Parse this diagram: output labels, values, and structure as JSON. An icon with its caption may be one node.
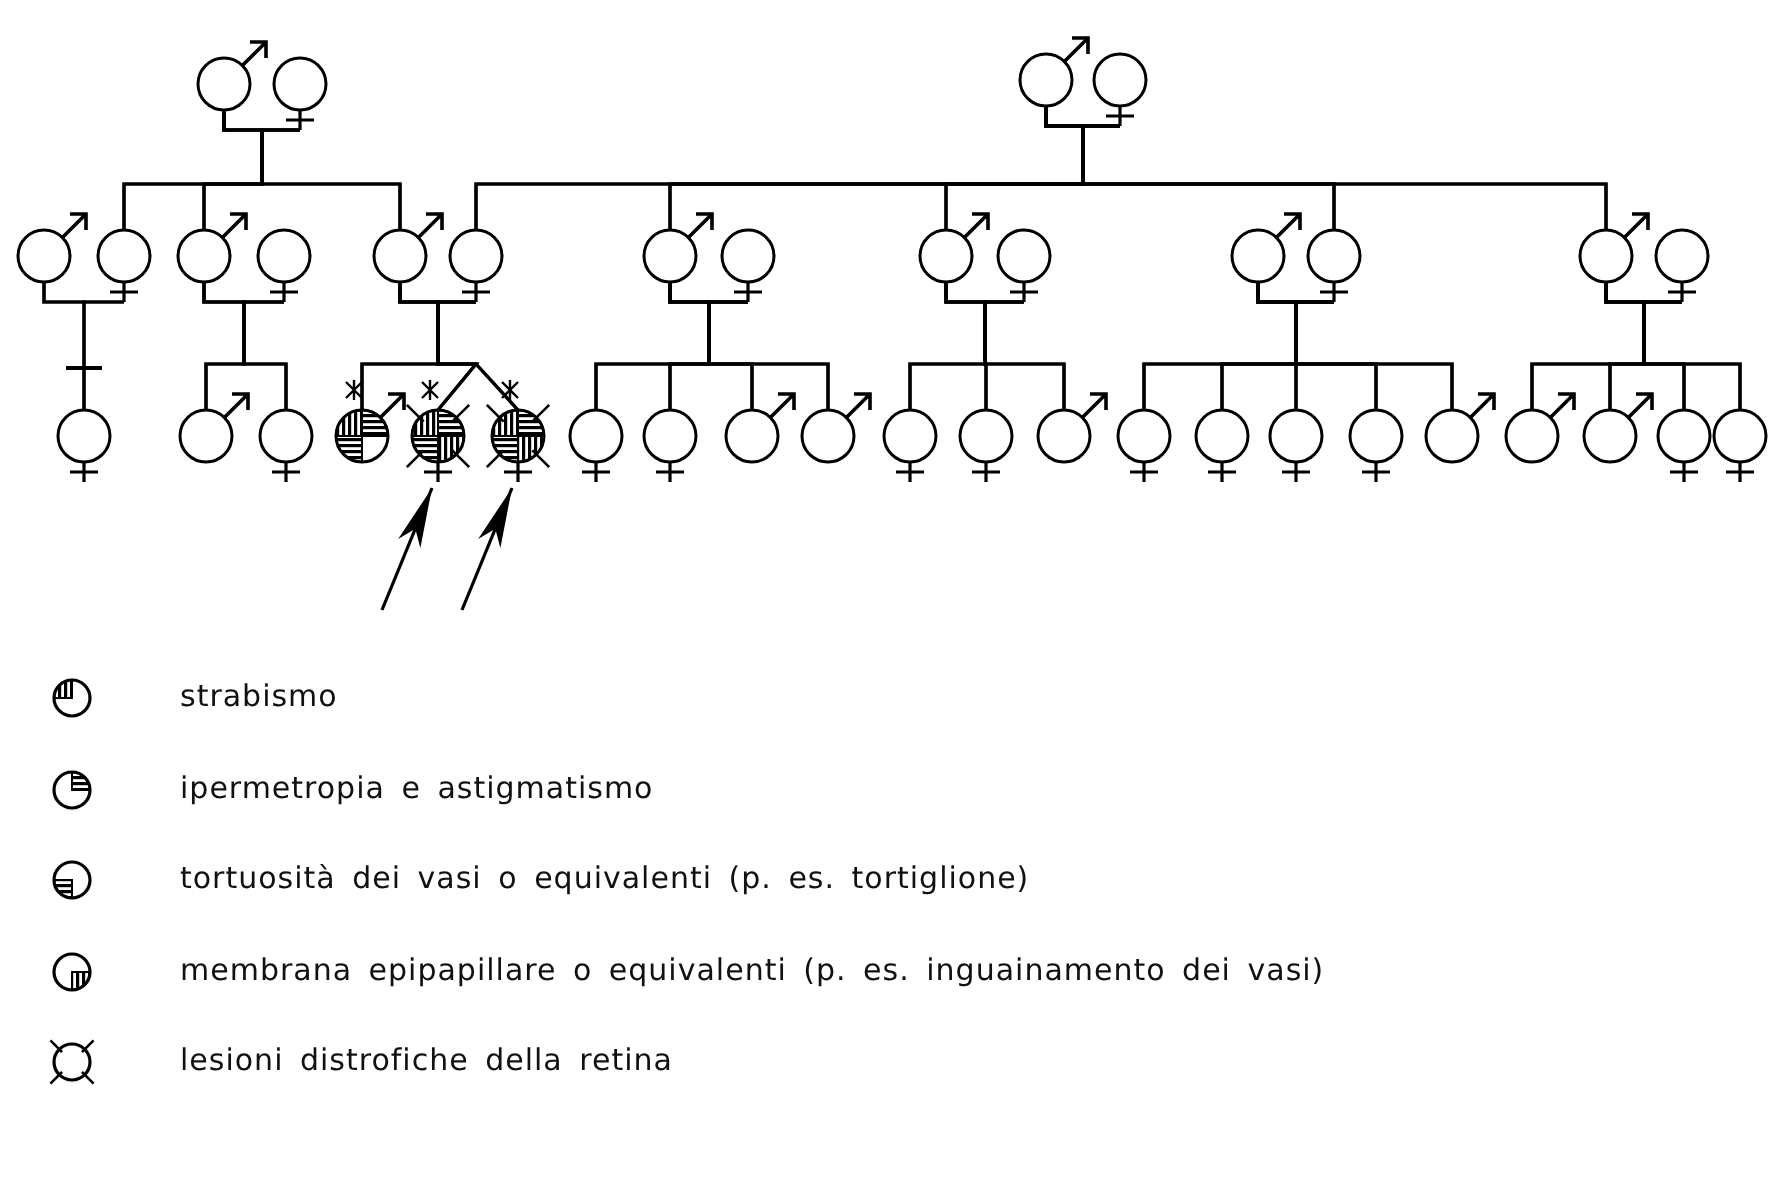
{
  "diagram": {
    "nodes": [
      {
        "text": [],
        "shape": "circle"
      },
      {
        "text": [],
        "shape": "circle"
      },
      {
        "text": [],
        "shape": "circle"
      },
      {
        "text": [],
        "shape": "circle"
      },
      {
        "text": [],
        "shape": "circle"
      },
      {
        "text": [],
        "shape": "circle"
      },
      {
        "text": [],
        "shape": "circle"
      },
      {
        "text": [],
        "shape": "circle"
      },
      {
        "text": [],
        "shape": "circle"
      },
      {
        "text": [],
        "shape": "circle"
      },
      {
        "text": [],
        "shape": "circle"
      },
      {
        "text": [],
        "shape": "circle"
      },
      {
        "text": [],
        "shape": "circle"
      },
      {
        "text": [],
        "shape": "circle"
      },
      {
        "text": [],
        "shape": "circle"
      },
      {
        "text": [],
        "shape": "circle"
      },
      {
        "text": [],
        "shape": "circle"
      },
      {
        "text": [],
        "shape": "circle"
      },
      {
        "text": [],
        "shape": "circle"
      },
      {
        "text": [],
        "shape": "circle"
      },
      {
        "text": [],
        "shape": "circle"
      },
      {
        "text": [],
        "shape": "circle"
      },
      {
        "text": [],
        "shape": "circle"
      },
      {
        "text": [],
        "shape": "circle"
      },
      {
        "text": [],
        "shape": "circle"
      },
      {
        "text": [],
        "shape": "circle"
      },
      {
        "text": [],
        "shape": "circle"
      },
      {
        "text": [],
        "shape": "circle"
      },
      {
        "text": [],
        "shape": "circle"
      },
      {
        "text": [],
        "shape": "circle"
      },
      {
        "text": [],
        "shape": "circle"
      },
      {
        "text": [],
        "shape": "circle"
      },
      {
        "text": [],
        "shape": "circle"
      },
      {
        "text": [],
        "shape": "circle"
      },
      {
        "text": [],
        "shape": "circle"
      },
      {
        "text": [],
        "shape": "circle"
      },
      {
        "text": [],
        "shape": "circle"
      },
      {
        "text": [],
        "shape": "circle"
      },
      {
        "text": [],
        "shape": "circle"
      },
      {
        "text": [],
        "shape": "circle"
      }
    ],
    "edges": [
      {
        "from": 0,
        "to": 1,
        "arrow": "none"
      },
      {
        "from": 0,
        "to": 5,
        "arrow": "none"
      },
      {
        "from": 1,
        "to": 5,
        "arrow": "none"
      },
      {
        "from": 0,
        "to": 6,
        "arrow": "none"
      },
      {
        "from": 1,
        "to": 6,
        "arrow": "none"
      },
      {
        "from": 0,
        "to": 8,
        "arrow": "none"
      },
      {
        "from": 1,
        "to": 8,
        "arrow": "none"
      },
      {
        "from": 2,
        "to": 3,
        "arrow": "none"
      },
      {
        "from": 2,
        "to": 9,
        "arrow": "none"
      },
      {
        "from": 3,
        "to": 9,
        "arrow": "none"
      },
      {
        "from": 2,
        "to": 10,
        "arrow": "none"
      },
      {
        "from": 3,
        "to": 10,
        "arrow": "none"
      },
      {
        "from": 2,
        "to": 12,
        "arrow": "none"
      },
      {
        "from": 3,
        "to": 12,
        "arrow": "none"
      },
      {
        "from": 2,
        "to": 15,
        "arrow": "none"
      },
      {
        "from": 3,
        "to": 15,
        "arrow": "none"
      },
      {
        "from": 2,
        "to": 16,
        "arrow": "none"
      },
      {
        "from": 3,
        "to": 16,
        "arrow": "none"
      },
      {
        "from": 4,
        "to": 5,
        "arrow": "none"
      },
      {
        "from": 4,
        "to": 18,
        "arrow": "none"
      },
      {
        "from": 5,
        "to": 18,
        "arrow": "none"
      },
      {
        "from": 6,
        "to": 7,
        "arrow": "none"
      },
      {
        "from": 6,
        "to": 19,
        "arrow": "none"
      },
      {
        "from": 7,
        "to": 19,
        "arrow": "none"
      },
      {
        "from": 6,
        "to": 20,
        "arrow": "none"
      },
      {
        "from": 7,
        "to": 20,
        "arrow": "none"
      },
      {
        "from": 8,
        "to": 9,
        "arrow": "none"
      },
      {
        "from": 8,
        "to": 21,
        "arrow": "none"
      },
      {
        "from": 9,
        "to": 21,
        "arrow": "none"
      },
      {
        "from": 8,
        "to": 22,
        "arrow": "none"
      },
      {
        "from": 9,
        "to": 22,
        "arrow": "none"
      },
      {
        "from": 8,
        "to": 23,
        "arrow": "none"
      },
      {
        "from": 9,
        "to": 23,
        "arrow": "none"
      },
      {
        "from": 10,
        "to": 11,
        "arrow": "none"
      },
      {
        "from": 10,
        "to": 24,
        "arrow": "none"
      },
      {
        "from": 11,
        "to": 24,
        "arrow": "none"
      },
      {
        "from": 10,
        "to": 25,
        "arrow": "none"
      },
      {
        "from": 11,
        "to": 25,
        "arrow": "none"
      },
      {
        "from": 10,
        "to": 26,
        "arrow": "none"
      },
      {
        "from": 11,
        "to": 26,
        "arrow": "none"
      },
      {
        "from": 10,
        "to": 27,
        "arrow": "none"
      },
      {
        "from": 11,
        "to": 27,
        "arrow": "none"
      },
      {
        "from": 12,
        "to": 13,
        "arrow": "none"
      },
      {
        "from": 12,
        "to": 28,
        "arrow": "none"
      },
      {
        "from": 13,
        "to": 28,
        "arrow": "none"
      },
      {
        "from": 12,
        "to": 29,
        "arrow": "none"
      },
      {
        "from": 13,
        "to": 29,
        "arrow": "none"
      },
      {
        "from": 12,
        "to": 30,
        "arrow": "none"
      },
      {
        "from": 13,
        "to": 30,
        "arrow": "none"
      },
      {
        "from": 14,
        "to": 15,
        "arrow": "none"
      },
      {
        "from": 14,
        "to": 31,
        "arrow": "none"
      },
      {
        "from": 15,
        "to": 31,
        "arrow": "none"
      },
      {
        "from": 14,
        "to": 32,
        "arrow": "none"
      },
      {
        "from": 15,
        "to": 32,
        "arrow": "none"
      },
      {
        "from": 14,
        "to": 33,
        "arrow": "none"
      },
      {
        "from": 15,
        "to": 33,
        "arrow": "none"
      },
      {
        "from": 14,
        "to": 34,
        "arrow": "none"
      },
      {
        "from": 15,
        "to": 34,
        "arrow": "none"
      },
      {
        "from": 14,
        "to": 35,
        "arrow": "none"
      },
      {
        "from": 15,
        "to": 35,
        "arrow": "none"
      },
      {
        "from": 16,
        "to": 17,
        "arrow": "none"
      },
      {
        "from": 16,
        "to": 36,
        "arrow": "none"
      },
      {
        "from": 17,
        "to": 36,
        "arrow": "none"
      },
      {
        "from": 16,
        "to": 37,
        "arrow": "none"
      },
      {
        "from": 17,
        "to": 37,
        "arrow": "none"
      },
      {
        "from": 16,
        "to": 38,
        "arrow": "none"
      },
      {
        "from": 17,
        "to": 38,
        "arrow": "none"
      },
      {
        "from": 16,
        "to": 39,
        "arrow": "none"
      },
      {
        "from": 17,
        "to": 39,
        "arrow": "none"
      },
      {
        "from": null,
        "to": 22,
        "arrow": "to"
      },
      {
        "from": null,
        "to": 23,
        "arrow": "to"
      }
    ],
    "legend": [
      {
        "text": "strabismo"
      },
      {
        "text": "ipermetropia e astigmatismo"
      },
      {
        "text": "tortuosità dei vasi o equivalenti (p. es. tortiglione)"
      },
      {
        "text": "membrana epipapillare o equivalenti (p. es. inguainamento dei vasi)"
      },
      {
        "text": "lesioni distrofiche della retina"
      }
    ]
  }
}
